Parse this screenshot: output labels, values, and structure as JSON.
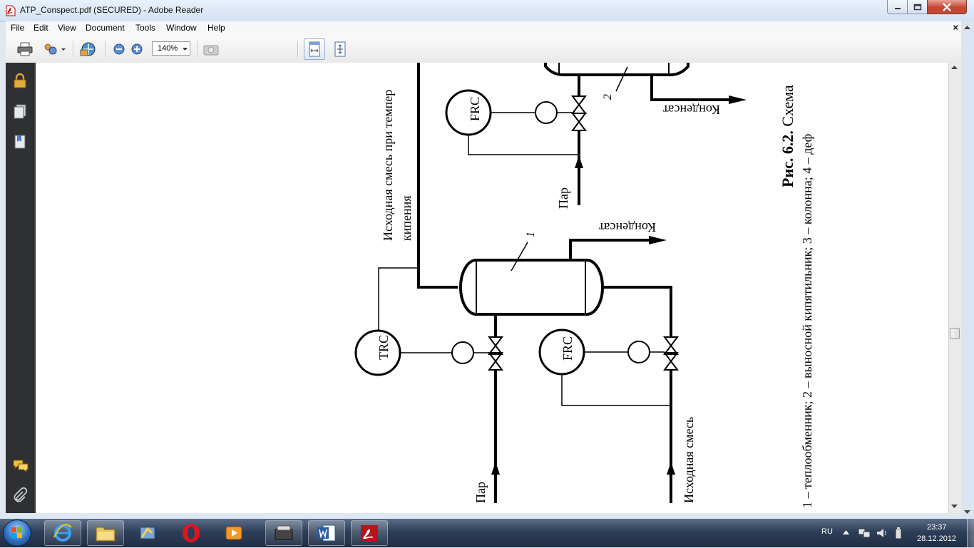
{
  "window": {
    "title": "ATP_Conspect.pdf (SECURED) - Adobe Reader",
    "menu_close": "×"
  },
  "menu": {
    "items": [
      "File",
      "Edit",
      "View",
      "Document",
      "Tools",
      "Window",
      "Help"
    ]
  },
  "toolbar": {
    "zoom_value": "140%",
    "icons": [
      "print-icon",
      "share-icon",
      "collaborate-icon",
      "zoom-out-icon",
      "zoom-in-icon",
      "snapshot-icon",
      "fit-width-icon",
      "fit-page-icon"
    ]
  },
  "side_panel": {
    "icons": [
      "lock-icon",
      "pages-icon",
      "bookmarks-icon",
      "comments-icon",
      "attachments-icon"
    ]
  },
  "diagram": {
    "labels": {
      "feed_mixture_boiling": "Исходная смесь при темпер",
      "boiling": "кипения",
      "condensate_top": "Конденсат",
      "condensate_mid": "Конденсат",
      "steam_top": "Пар",
      "steam_bottom": "Пар",
      "feed_mixture": "Исходная смесь",
      "frc_top": "FRC",
      "frc_bottom": "FRC",
      "trc": "TRC",
      "num_1": "1",
      "num_2": "2"
    },
    "caption_bold": "Рис. 6.2.",
    "caption_rest": " Схема",
    "caption_line2": "1 – теплообменник; 2 – выносной кипятильник; 3 – колонна; 4 – деф"
  },
  "taskbar": {
    "apps": [
      "internet-explorer",
      "file-explorer",
      "application",
      "opera",
      "media-player",
      "scanner",
      "word",
      "adobe-reader"
    ],
    "lang": "RU",
    "time": "23:37",
    "date": "28.12.2012"
  }
}
